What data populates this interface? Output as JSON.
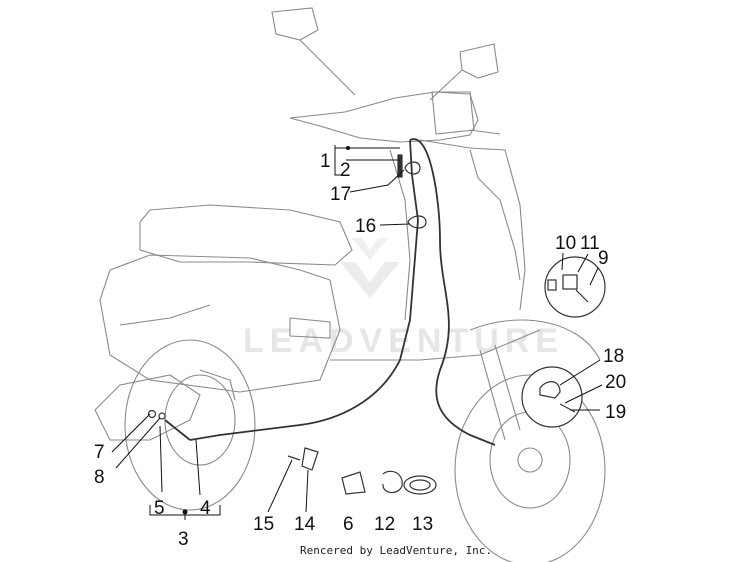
{
  "diagram": {
    "credit": "Rencered by LeadVenture, Inc.",
    "watermark": "LEADVENTURE",
    "callouts": [
      "1",
      "2",
      "17",
      "16",
      "10",
      "11",
      "9",
      "18",
      "20",
      "19",
      "7",
      "8",
      "5",
      "4",
      "3",
      "15",
      "14",
      "6",
      "12",
      "13"
    ]
  },
  "colors": {
    "line": "#8a8a8a",
    "cable": "#333333",
    "text": "#111111"
  }
}
